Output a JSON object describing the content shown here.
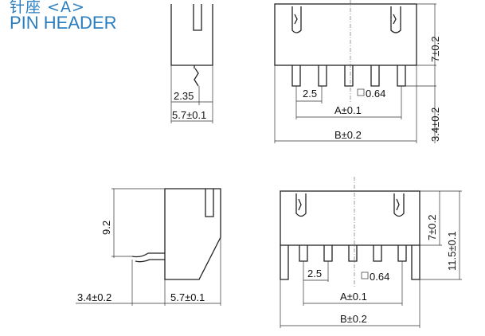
{
  "header": {
    "title_cn": "针座 <A>",
    "title_en": "PIN HEADER"
  },
  "dimensions": {
    "top_side_pitch_offset": "2.35",
    "top_side_depth": "5.7±0.1",
    "top_front_pitch": "2.5",
    "top_front_pin_square": "0.64",
    "top_front_a": "A±0.1",
    "top_front_b": "B±0.2",
    "top_front_body_height": "7±0.2",
    "top_front_pin_length": "3.4±0.2",
    "bottom_side_height": "9.2",
    "bottom_side_lead": "3.4±0.2",
    "bottom_side_depth": "5.7±0.1",
    "bottom_front_body_height": "7±0.2",
    "bottom_front_total_height": "11.5±0.1",
    "bottom_front_pitch": "2.5",
    "bottom_front_pin_square": "0.64",
    "bottom_front_a": "A±0.1",
    "bottom_front_b": "B±0.2"
  },
  "colors": {
    "title": "#2a7ec0",
    "line": "#222222"
  }
}
